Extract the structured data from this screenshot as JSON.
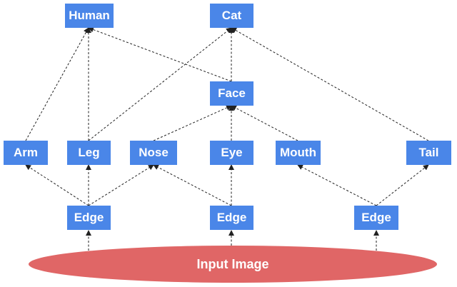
{
  "nodes": {
    "human": "Human",
    "cat": "Cat",
    "face": "Face",
    "arm": "Arm",
    "leg": "Leg",
    "nose": "Nose",
    "eye": "Eye",
    "mouth": "Mouth",
    "tail": "Tail",
    "edge_left": "Edge",
    "edge_middle": "Edge",
    "edge_right": "Edge"
  },
  "input_image": "Input Image",
  "colors": {
    "node_fill": "#4a86e8",
    "node_text": "#ffffff",
    "input_fill": "#e06666",
    "edge_line": "#222222"
  }
}
